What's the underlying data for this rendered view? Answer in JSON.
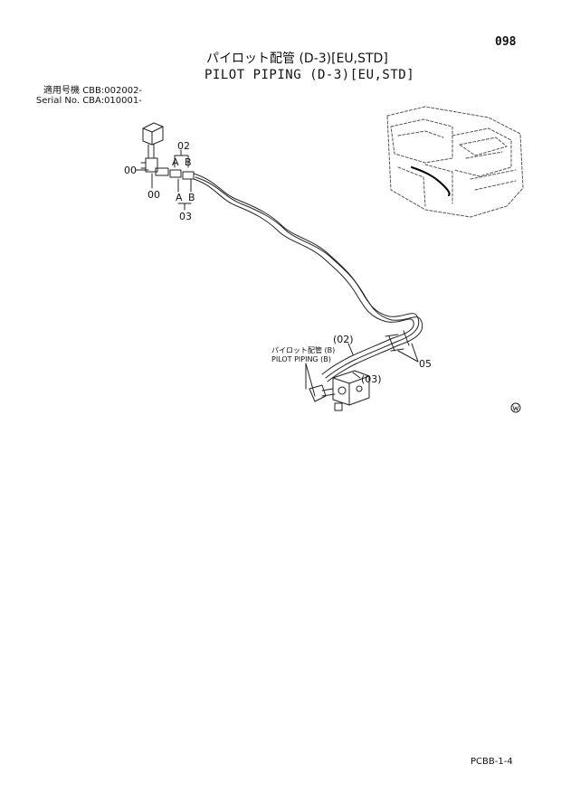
{
  "header": {
    "page_number": "098",
    "title_jp": "パイロット配管 (D-3)[EU,STD]",
    "title_en": "PILOT PIPING (D-3)[EU,STD]"
  },
  "serial": {
    "row1_label": "適用号機",
    "row1_value": "CBB:002002-",
    "row2_label": "Serial No.",
    "row2_value": "CBA:010001-"
  },
  "callouts": {
    "p00_left": "00",
    "p00_below": "00",
    "p02_top": "02",
    "a_top": "A",
    "b_top": "B",
    "a_bottom": "A",
    "b_bottom": "B",
    "p03_bottom": "03",
    "p02_paren": "(02)",
    "p03_paren": "(03)",
    "p05": "05",
    "ref_jp": "パイロット配管 (B)",
    "ref_en": "PILOT PIPING (B)"
  },
  "footer": {
    "code": "PCBB-1-4"
  }
}
